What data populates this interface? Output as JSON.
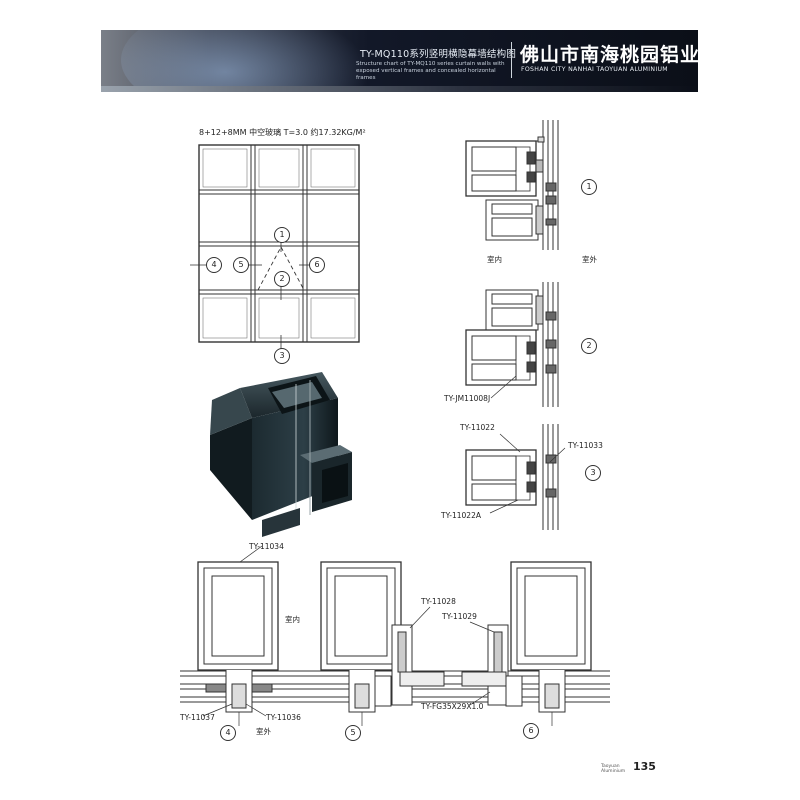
{
  "header": {
    "title": "TY-MQ110系列竖明横隐幕墙结构图",
    "subtitle_line1": "Structure chart of TY-MQ110 series curtain walls with",
    "subtitle_line2": "exposed vertical frames and concealed horizontal frames",
    "company_cn": "佛山市南海桃园铝业",
    "company_en": "FOSHAN CITY NANHAI TAOYUAN ALUMINIUM"
  },
  "glass_spec": "8+12+8MM 中空玻璃  T=3.0  约17.32KG/M²",
  "section_markers": [
    "1",
    "2",
    "3",
    "4",
    "5",
    "6"
  ],
  "labels": {
    "indoor": "室内",
    "outdoor": "室外",
    "jm11008j": "TY-JM11008J",
    "t11022": "TY-11022",
    "t11033": "TY-11033",
    "t11022a": "TY-11022A",
    "t11034": "TY-11034",
    "t11028": "TY-11028",
    "t11029": "TY-11029",
    "fg": "TY-FG35X29X1.0",
    "t11037": "TY-11037",
    "t11036": "TY-11036"
  },
  "footer": {
    "brand_line1": "Taoyuan",
    "brand_line2": "Aluminium",
    "page_number": "135"
  }
}
